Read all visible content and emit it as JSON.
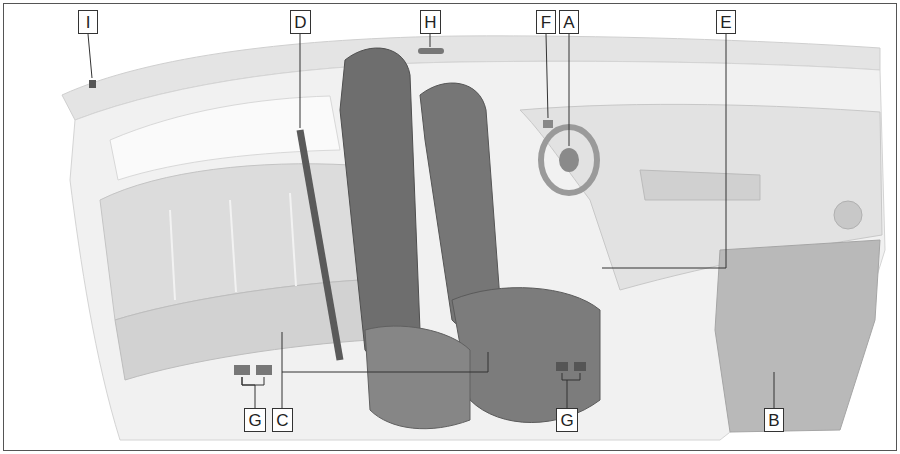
{
  "diagram": {
    "nodes": [
      {
        "text": [
          "I"
        ]
      },
      {
        "text": [
          "D"
        ]
      },
      {
        "text": [
          "H"
        ]
      },
      {
        "text": [
          "F"
        ]
      },
      {
        "text": [
          "A"
        ]
      },
      {
        "text": [
          "E"
        ]
      },
      {
        "text": [
          "G"
        ]
      },
      {
        "text": [
          "C"
        ]
      },
      {
        "text": [
          "G"
        ]
      },
      {
        "text": [
          "B"
        ]
      }
    ]
  }
}
